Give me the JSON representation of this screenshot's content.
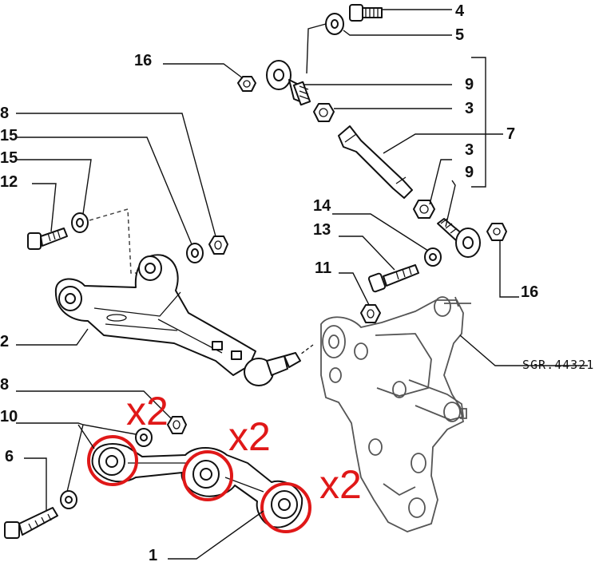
{
  "callouts": {
    "n1": "1",
    "n2": "2",
    "n3a": "3",
    "n3b": "3",
    "n4": "4",
    "n5": "5",
    "n6": "6",
    "n7": "7",
    "n8a": "8",
    "n8b": "8",
    "n9a": "9",
    "n9b": "9",
    "n10": "10",
    "n11": "11",
    "n12": "12",
    "n13": "13",
    "n14": "14",
    "n15a": "15",
    "n15b": "15",
    "n16a": "16",
    "n16b": "16"
  },
  "reference_code": "SGR.44321",
  "quantity_marks": [
    "x2",
    "x2",
    "x2"
  ],
  "colors": {
    "line": "#111111",
    "highlight": "#e01818",
    "background": "#ffffff"
  }
}
